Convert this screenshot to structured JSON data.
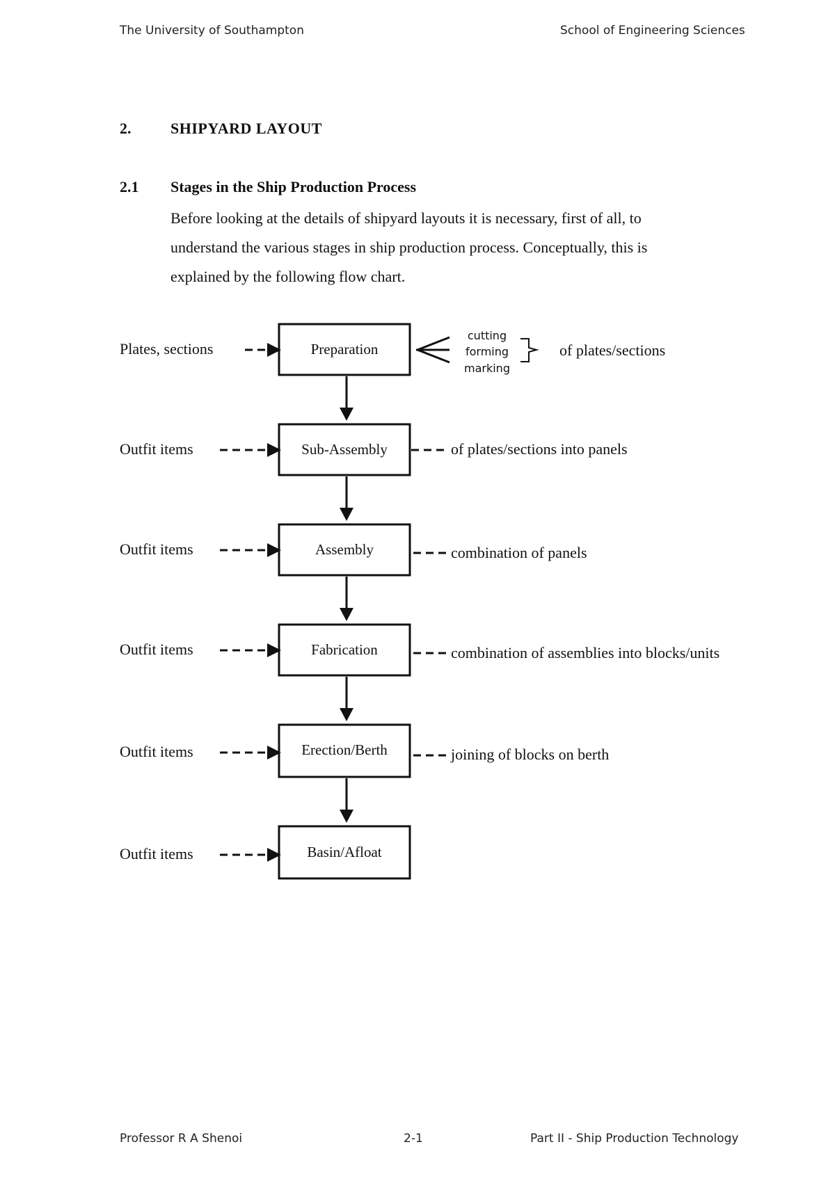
{
  "header": {
    "left": "The University of Southampton",
    "right": "School of Engineering Sciences"
  },
  "section": {
    "number": "2.",
    "title": "SHIPYARD LAYOUT"
  },
  "subsection": {
    "number": "2.1",
    "title": "Stages in the Ship Production Process",
    "paragraph_lines": [
      "Before looking at the details of shipyard layouts it is necessary, first of all, to",
      "understand the various stages in ship production process. Conceptually, this is",
      "explained by the following flow chart."
    ]
  },
  "flowchart": {
    "stages": [
      {
        "label": "Preparation",
        "input": "Plates, sections",
        "note": ""
      },
      {
        "label": "Sub-Assembly",
        "input": "Outfit items",
        "note": "of plates/sections into panels"
      },
      {
        "label": "Assembly",
        "input": "Outfit items",
        "note": "combination of panels"
      },
      {
        "label": "Fabrication",
        "input": "Outfit items",
        "note": "combination of assemblies into blocks/units"
      },
      {
        "label": "Erection/Berth",
        "input": "Outfit items",
        "note": "joining of blocks on berth"
      },
      {
        "label": "Basin/Afloat",
        "input": "Outfit items",
        "note": ""
      }
    ],
    "preparation_ops": [
      "cutting",
      "forming",
      "marking"
    ],
    "preparation_ops_note": "of plates/sections"
  },
  "footer": {
    "left": "Professor R A Shenoi",
    "center": "2-1",
    "right": "Part II - Ship Production Technology"
  }
}
